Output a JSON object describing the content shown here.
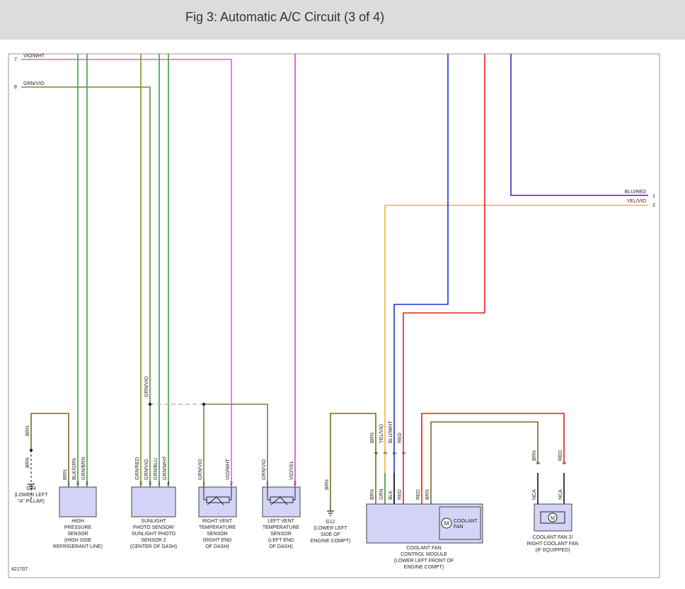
{
  "title": "Fig 3: Automatic A/C Circuit (3 of 4)",
  "figure_id": "421707",
  "colors": {
    "vio_wht": "#e060e0",
    "grn_vio": "#6a8a3a",
    "blk_grn": "#4a9a4a",
    "grn_red": "#8a8a2a",
    "grn_blu": "#3aa04a",
    "vio_yel": "#e040c0",
    "blue": "#2030d0",
    "red": "#e02020",
    "blu_red": "#5020b0",
    "yel_vio": "#f0b040",
    "brn": "#7a6a20",
    "blk": "#111111",
    "component_fill": "#d4d4f8",
    "border": "#999999"
  },
  "top_wires": [
    {
      "pin": "7",
      "label": "VIO/WHT"
    },
    {
      "pin": "8",
      "label": "GRN/VIO"
    }
  ],
  "right_wires": [
    {
      "pin": "1",
      "label": "BLU/RED"
    },
    {
      "pin": "2",
      "label": "YEL/VIO"
    }
  ],
  "wire_labels": {
    "g44_brn_upper": "BRN",
    "g44_brn_lower": "BRN",
    "sunlight_grn_vio": "GRN/VIO",
    "coolant_brn": "BRN",
    "coolant_yel_vio": "YEL/VIO",
    "coolant_blu_wht": "BLU/WHT",
    "coolant_red": "RED",
    "fan2_brn": "BRN",
    "fan2_red": "RED",
    "g12_brn": "BRN"
  },
  "connectors": {
    "hps": [
      {
        "pin": "1",
        "wire": "BRN"
      },
      {
        "pin": "3",
        "wire": "BLK/GRN"
      },
      {
        "pin": "2",
        "wire": "GRN/BRN"
      }
    ],
    "sun": [
      {
        "pin": "2",
        "wire": "GRN/RED"
      },
      {
        "pin": "3",
        "wire": "GRN/VIO"
      },
      {
        "pin": "1",
        "wire": "GRN/BLU"
      },
      {
        "pin": "4",
        "wire": "GRN/WHT"
      }
    ],
    "rv": [
      {
        "pin": "1",
        "wire": "GRN/VIO"
      },
      {
        "pin": "2",
        "wire": "VIO/WHT"
      }
    ],
    "lv": [
      {
        "pin": "1",
        "wire": "GRN/VIO"
      },
      {
        "pin": "2",
        "wire": "VIO/YEL"
      }
    ],
    "cfm": [
      {
        "pin": "4",
        "wire": "BRN"
      },
      {
        "pin": "3",
        "wire": "GRN"
      },
      {
        "pin": "2",
        "wire": "BLK"
      },
      {
        "pin": "1",
        "wire": "RED"
      },
      {
        "pin": "",
        "wire": "RED"
      },
      {
        "pin": "",
        "wire": "BRN"
      }
    ],
    "fan2": [
      {
        "pin": "2",
        "wire": "NCA"
      },
      {
        "pin": "1",
        "wire": "NCA"
      }
    ]
  },
  "components": {
    "g44": {
      "id": "G44",
      "l1": "(LOWER LEFT",
      "l2": "\"A\" PILLAR)"
    },
    "hps": {
      "l1": "HIGH",
      "l2": "PRESSURE",
      "l3": "SENSOR",
      "l4": "(HIGH SIDE",
      "l5": "REFRIGERANT LINE)"
    },
    "sun": {
      "l1": "SUNLIGHT",
      "l2": "PHOTO SENSOR/",
      "l3": "SUNLIGHT PHOTO",
      "l4": "SENSOR 2",
      "l5": "(CENTER OF DASH)"
    },
    "rv": {
      "l1": "RIGHT VENT",
      "l2": "TEMPERATURE",
      "l3": "SENSOR",
      "l4": "(RIGHT END",
      "l5": "OF DASH)"
    },
    "lv": {
      "l1": "LEFT VENT",
      "l2": "TEMPERATURE",
      "l3": "SENSOR",
      "l4": "(LEFT END",
      "l5": "OF DASH)"
    },
    "g12": {
      "id": "G12",
      "l1": "(LOWER LEFT",
      "l2": "SIDE OF",
      "l3": "ENGINE COMPT)"
    },
    "cfm": {
      "l1": "COOLANT FAN",
      "l2": "CONTROL MODULE",
      "l3": "(LOWER LEFT FRONT OF",
      "l4": "ENGINE COMPT)",
      "inner1": "COOLANT",
      "inner2": "FAN",
      "motor": "M"
    },
    "fan2": {
      "l1": "COOLANT FAN 2/",
      "l2": "RIGHT COOLANT FAN",
      "l3": "(IF EQUIPPED)",
      "motor": "M"
    }
  }
}
